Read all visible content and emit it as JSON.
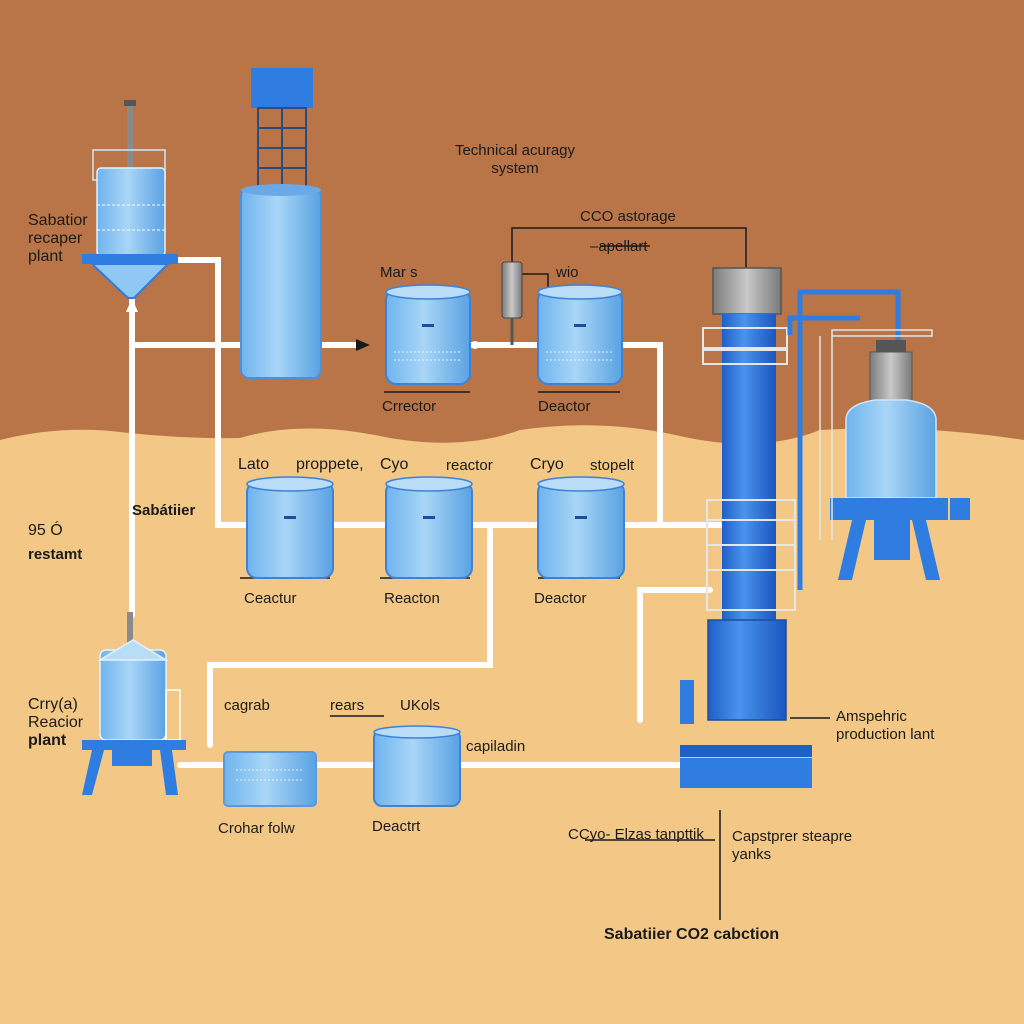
{
  "colors": {
    "mars_sky": "#b97548",
    "mars_ground": "#f3c886",
    "tank_blue": "#8fc8f3",
    "equipment_blue": "#2f7de0",
    "pipe": "#ffffff",
    "steel": "#9a9a9a"
  },
  "labels": {
    "title_line1": "Technical acuragy",
    "title_line2": "system",
    "sabatier_plant_line1": "Sabatior",
    "sabatier_plant_line2": "recaper",
    "sabatier_plant_line3": "plant",
    "mars": "Mar s",
    "co_storage": "CCO astorage",
    "apellart": "–apellart",
    "wio": "wio",
    "crrector": "Crrector",
    "deactor_top": "Deactor",
    "lato": "Lato",
    "proppete": "proppete,",
    "cyo": "Cyo",
    "reactor": "reactor",
    "cryo": "Cryo",
    "stopelt": "stopelt",
    "sabatiier": "Sabátiier",
    "temp_value": "95 Ó",
    "restamt": "restamt",
    "ceactur": "Ceactur",
    "reacton": "Reacton",
    "deactor_mid": "Deactor",
    "cryo_reactor_line1": "Crry(a)",
    "cryo_reactor_line2": "Reacior",
    "cryo_reactor_line3": "plant",
    "cagrab": "cagrab",
    "rears": "rears",
    "ukols": "UKols",
    "capiladin": "capiladin",
    "crohar_folw": "Crohar folw",
    "deactrt": "Deactrt",
    "amspehric_line1": "Amspehric",
    "amspehric_line2": "production lant",
    "cryo_elzas": "CCyo- Elzas tanpttik",
    "capstprer_line1": "Capstprer steapre",
    "capstprer_line2": "yanks",
    "footer_title": "Sabatiier CO2 cabction"
  }
}
